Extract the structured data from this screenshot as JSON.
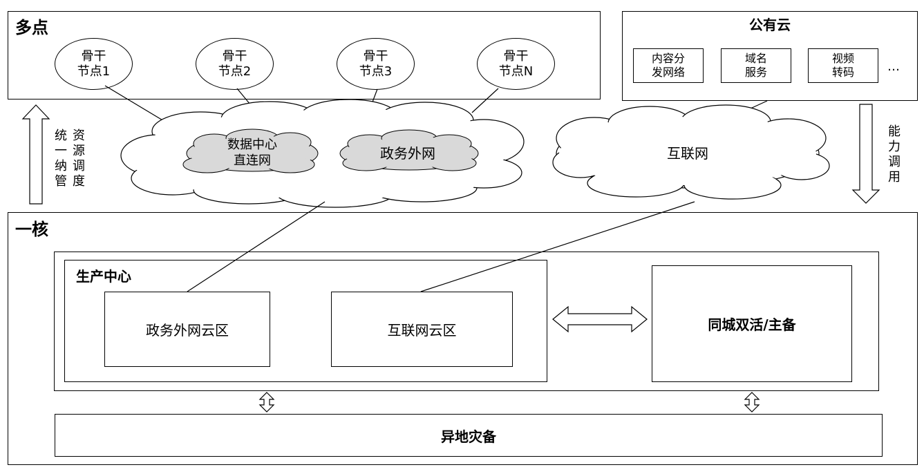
{
  "multipoint": {
    "title": "多点",
    "nodes": [
      {
        "line1": "骨干",
        "line2": "节点1"
      },
      {
        "line1": "骨干",
        "line2": "节点2"
      },
      {
        "line1": "骨干",
        "line2": "节点3"
      },
      {
        "line1": "骨干",
        "line2": "节点N"
      }
    ]
  },
  "public_cloud": {
    "title": "公有云",
    "services": [
      {
        "line1": "内容分",
        "line2": "发网络"
      },
      {
        "line1": "域名",
        "line2": "服务"
      },
      {
        "line1": "视频",
        "line2": "转码"
      }
    ],
    "ellipsis": "…"
  },
  "networks": {
    "dc_direct_line1": "数据中心",
    "dc_direct_line2": "直连网",
    "gov_extranet": "政务外网",
    "internet": "互联网"
  },
  "left_arrow_label": {
    "col1": [
      "统",
      "一",
      "纳",
      "管"
    ],
    "col2": [
      "资",
      "源",
      "调",
      "度"
    ]
  },
  "right_arrow_label": [
    "能",
    "力",
    "调",
    "用"
  ],
  "core": {
    "title": "一核",
    "production_center": {
      "title": "生产中心",
      "gov_zone": "政务外网云区",
      "internet_zone": "互联网云区"
    },
    "active_active": "同城双活/主备",
    "remote_dr": "异地灾备"
  }
}
